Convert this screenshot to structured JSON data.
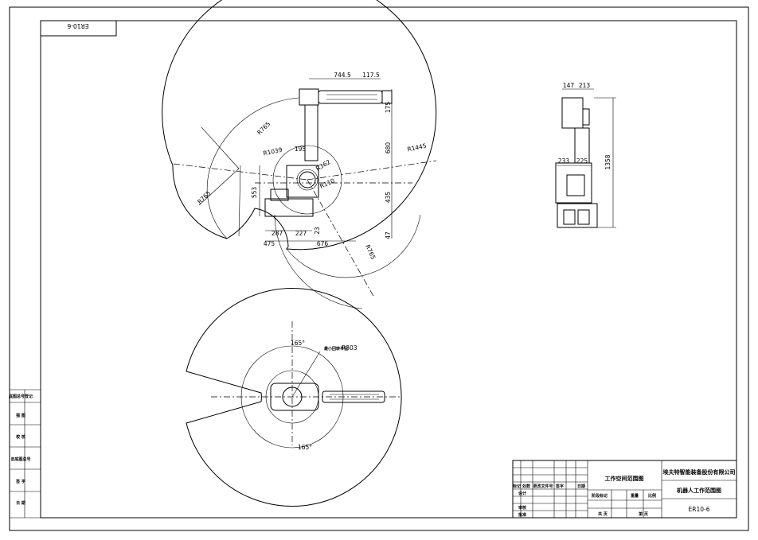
{
  "drawing_code_stamp": "ER10-6",
  "dimensions": {
    "side_view": {
      "d744_5": "744.5",
      "d117_5": "117.5",
      "d175": "175",
      "d680": "680",
      "d435": "435",
      "d47": "47",
      "d553": "553",
      "d195": "195",
      "d287": "287",
      "d227": "227",
      "d23": "23",
      "d475": "475",
      "d676": "676",
      "r1445": "R1445",
      "r1039": "R1039",
      "r362": "R362",
      "r110": "R110",
      "r765_a": "R765",
      "r765_b": "R765",
      "r765_c": "R765"
    },
    "front_view": {
      "d147": "147",
      "d213": "213",
      "d1358": "1358",
      "d233": "233",
      "d225": "225"
    },
    "top_view": {
      "angle_top": "165°",
      "angle_bottom": "165°",
      "r303_prefix": "最小回转半径",
      "r303": "R303"
    }
  },
  "left_strip": [
    "底图总号登记",
    "描 图",
    "校 核",
    "旧底图总号",
    "签 字",
    "日 期"
  ],
  "title_block": {
    "drawing_title": "工作空间范围图",
    "company": "埃夫特智能装备股份有限公司",
    "part_name": "机器人工作范围图",
    "model": "ER10-6",
    "row_labels": [
      "标记",
      "处数",
      "更改文件号",
      "签字",
      "日期"
    ],
    "designer": "设计",
    "review": "审核",
    "approve": "批准",
    "stage_mark": "阶段标记",
    "weight": "重量",
    "scale": "比例",
    "sheets": "共 页",
    "sheet": "第 页"
  }
}
